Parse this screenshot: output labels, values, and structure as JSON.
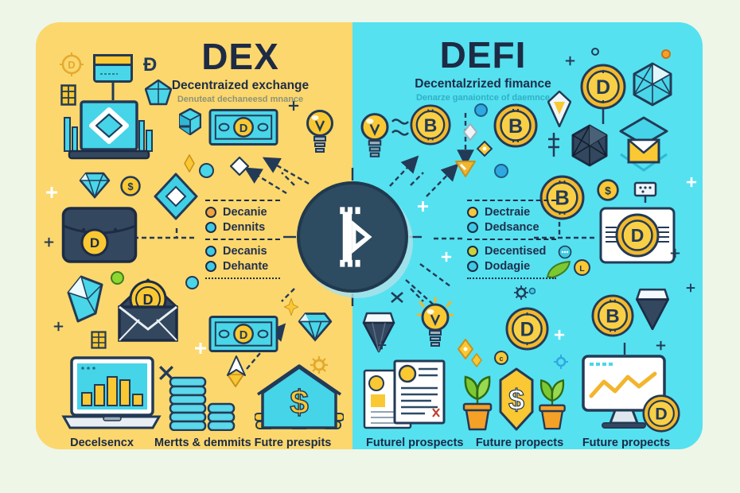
{
  "glyphs": {
    "d": "D",
    "b": "B",
    "dollar": "$",
    "l": "L",
    "c": "c",
    "eth": "Ð"
  },
  "dex": {
    "title": "DEX",
    "subtitle": "Decentraized exchange",
    "tagline": "Denuteat dechaneesd mnance",
    "list_a": [
      {
        "label": "Decanie"
      },
      {
        "label": "Dennits"
      }
    ],
    "list_b": [
      {
        "label": "Decanis"
      },
      {
        "label": "Dehante"
      }
    ],
    "footers": [
      "Decelsencx",
      "Mertts & demmits",
      "Futre prespits"
    ]
  },
  "defi": {
    "title": "DEFI",
    "subtitle": "Decentalzrized fimance",
    "tagline": "Denarze ganaiontce of daemnce",
    "list_a": [
      {
        "label": "Dectraie"
      },
      {
        "label": "Dedsance"
      }
    ],
    "list_b": [
      {
        "label": "Decentised"
      },
      {
        "label": "Dodagie"
      }
    ],
    "footers": [
      "Futurel prospects",
      "Future propects",
      "Future propects"
    ]
  },
  "colors": {
    "background": "#edf6e7",
    "left_panel": "#fbd76d",
    "right_panel": "#55e1f0",
    "navy": "#233a56",
    "coin_yellow": "#f9c832",
    "cyan": "#49d6e8",
    "dark_slate": "#33475e",
    "center_circle": "#2d4b61",
    "bullet_orange": "#f2a33c",
    "bullet_cyan": "#3ec9e6",
    "bullet_lime": "#c8d435",
    "bullet_yellow": "#f5c63c",
    "tagline_gray": "#8e9378",
    "tagline_teal": "#2fb0c6",
    "leaf_green": "#7cc832",
    "pot_orange": "#f5a027"
  }
}
